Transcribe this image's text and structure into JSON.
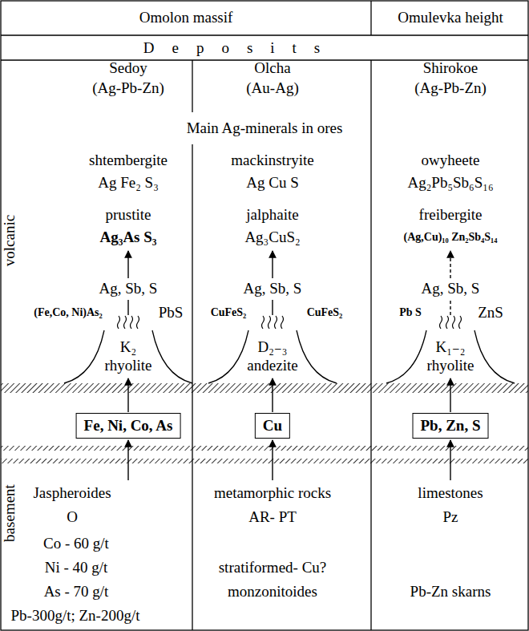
{
  "diagram": {
    "nodes": [
      {
        "text": [
          "Fe, Ni, Co, As"
        ]
      },
      {
        "text": [
          "Cu"
        ]
      },
      {
        "text": [
          "Pb, Zn, S"
        ]
      }
    ],
    "labels": [
      "Omolon massif",
      "Omulevka height",
      "Deposits",
      "Sedoy",
      "(Ag-Pb-Zn)",
      "Olcha",
      "(Au-Ag)",
      "Shirokoe",
      "(Ag-Pb-Zn)",
      "Main Ag-minerals in ores",
      "shtembergite",
      "Ag Fe₂ S₃",
      "mackinstryite",
      "Ag Cu S",
      "owyheete",
      "Ag₂Pb₅Sb₆S₁₆",
      "prustite",
      "Ag₃As S₃",
      "jalphaite",
      "Ag₃CuS₂",
      "freibergite",
      "(Ag,Cu)₁₀ Zn₂Sb₄S₁₄",
      "Ag, Sb, S",
      "Ag, Sb, S",
      "Ag, Sb, S",
      "(Fe,Co, Ni)As₂",
      "PbS",
      "CuFeS₂",
      "CuFeS₂",
      "Pb S",
      "ZnS",
      "K₂",
      "rhyolite",
      "D₂₋₃",
      "andezite",
      "K₁₋₂",
      "rhyolite",
      "volcanic",
      "basement",
      "Jaspheroides",
      "O",
      "Co - 60 g/t",
      "Ni - 40 g/t",
      "As - 70 g/t",
      "Pb-300g/t; Zn-200g/t",
      "metamorphic rocks",
      "AR- PT",
      "stratiformed- Cu?",
      "monzonitoides",
      "limestones",
      "Pz",
      "Pb-Zn skarns"
    ]
  }
}
